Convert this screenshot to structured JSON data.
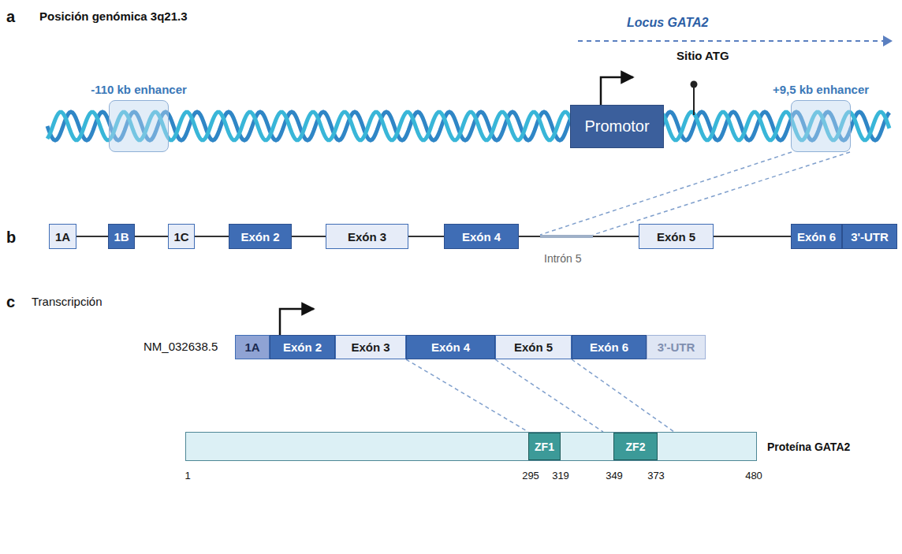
{
  "diagram": {
    "nodes": [
      {
        "text": [
          "-110 kb enhancer"
        ]
      },
      {
        "text": [
          "Promotor"
        ]
      },
      {
        "text": [
          "+9,5 kb enhancer"
        ]
      },
      {
        "text": [
          "1A"
        ]
      },
      {
        "text": [
          "1B"
        ]
      },
      {
        "text": [
          "1C"
        ]
      },
      {
        "text": [
          "Exón 2"
        ]
      },
      {
        "text": [
          "Exón 3"
        ]
      },
      {
        "text": [
          "Exón 4"
        ]
      },
      {
        "text": [
          "Exón 5"
        ]
      },
      {
        "text": [
          "Exón 6"
        ]
      },
      {
        "text": [
          "3'-UTR"
        ]
      },
      {
        "text": [
          "1A"
        ]
      },
      {
        "text": [
          "Exón 2"
        ]
      },
      {
        "text": [
          "Exón 3"
        ]
      },
      {
        "text": [
          "Exón 4"
        ]
      },
      {
        "text": [
          "Exón 5"
        ]
      },
      {
        "text": [
          "Exón 6"
        ]
      },
      {
        "text": [
          "3'-UTR"
        ]
      },
      {
        "text": [
          "Proteína GATA2"
        ]
      },
      {
        "text": [
          "ZF1"
        ],
        "in": 19
      },
      {
        "text": [
          "ZF2"
        ],
        "in": 19
      }
    ],
    "labels": [
      "a",
      "Posición genómica 3q21.3",
      "Locus GATA2",
      "Sitio ATG",
      "b",
      "Intrón 5",
      "c",
      "Transcripción",
      "NM_032638.5",
      "1",
      "295",
      "319",
      "349",
      "373",
      "480"
    ]
  }
}
